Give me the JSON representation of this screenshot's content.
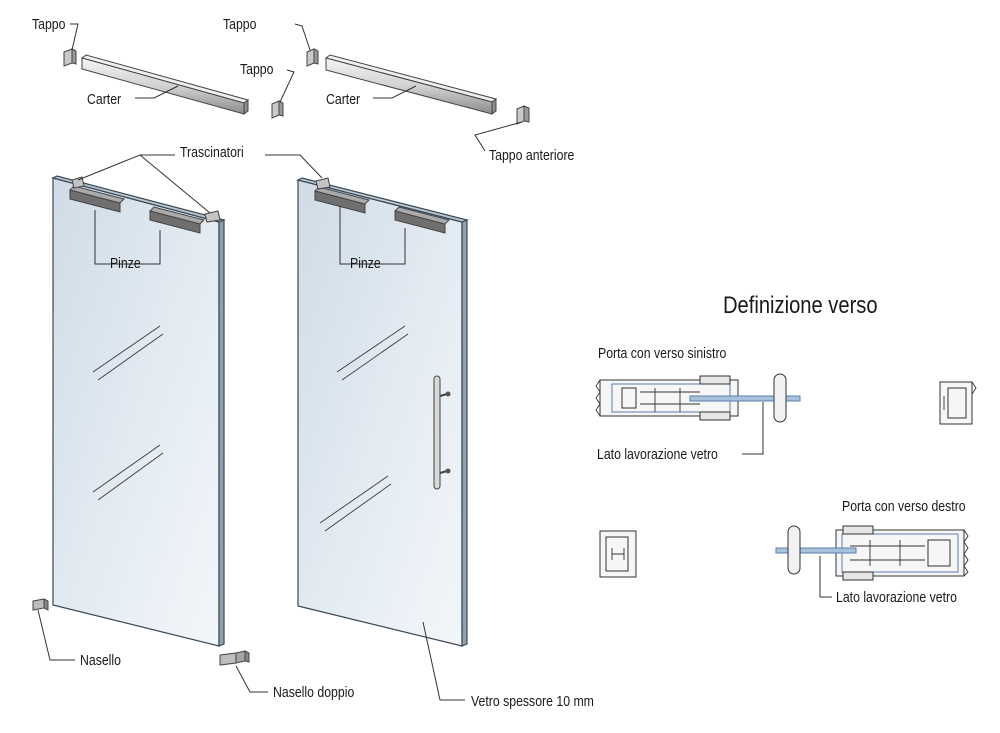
{
  "labels": {
    "tappo_left": "Tappo",
    "tappo_middle": "Tappo",
    "tappo_lower": "Tappo",
    "carter_left": "Carter",
    "carter_right": "Carter",
    "tappo_anteriore": "Tappo anteriore",
    "trascinatori": "Trascinatori",
    "pinze_left": "Pinze",
    "pinze_right": "Pinze",
    "nasello": "Nasello",
    "nasello_doppio": "Nasello doppio",
    "vetro_spessore": "Vetro spessore 10 mm"
  },
  "definition": {
    "title": "Definizione verso",
    "left_door_label": "Porta con verso sinistro",
    "right_door_label": "Porta con verso destro",
    "glass_side_label_top": "Lato lavorazione vetro",
    "glass_side_label_bottom": "Lato lavorazione vetro"
  },
  "colors": {
    "glass_fill": "#dfe9f1",
    "glass_edge": "#3a4855",
    "profile_fill": "#d9d9d9",
    "blueprint_blue": "#5a7fb0",
    "line": "#333333"
  }
}
